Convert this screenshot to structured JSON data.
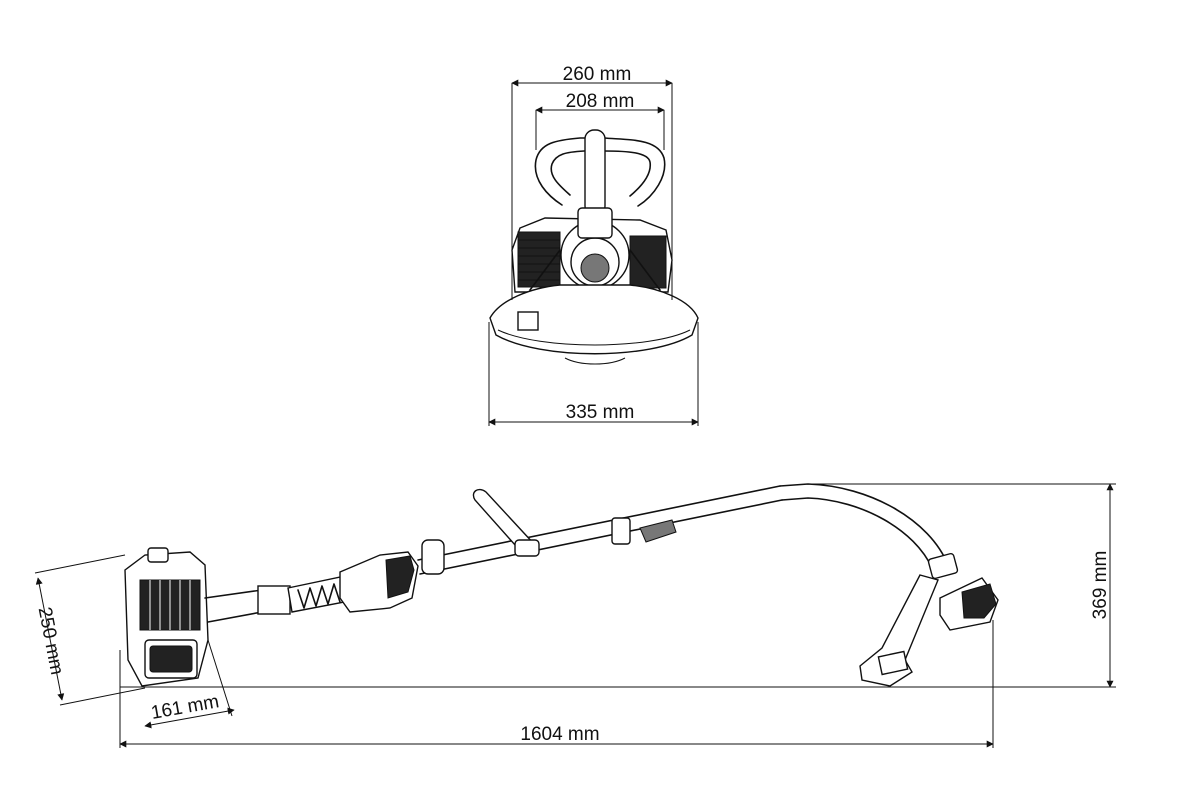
{
  "dimensions": {
    "top_width_outer": "260 mm",
    "top_width_inner": "208 mm",
    "top_guard_width": "335 mm",
    "side_height": "369 mm",
    "engine_height": "250 mm",
    "engine_depth": "161 mm",
    "total_length": "1604 mm"
  }
}
